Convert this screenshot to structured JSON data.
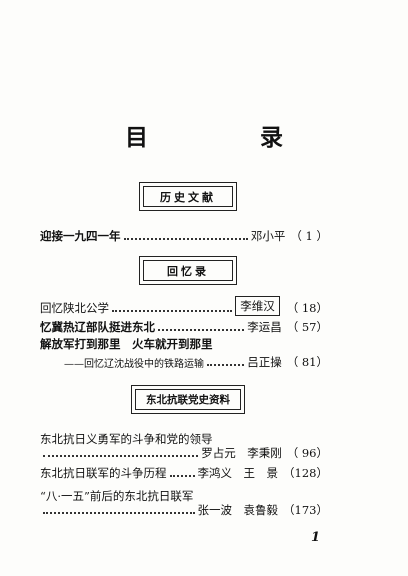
{
  "title": "目 录",
  "sections": {
    "history": "历史文献",
    "memoir": "回忆录",
    "party": "东北抗联党史资料"
  },
  "entries": {
    "e1": {
      "title": "迎接一九四一年",
      "author": "邓小平",
      "page": "（ 1 ）"
    },
    "e2": {
      "title": "回忆陕北公学",
      "author": "李维汉",
      "page": "（ 18）"
    },
    "e3": {
      "title": "忆冀热辽部队挺进东北",
      "author": "李运昌",
      "page": "（ 57）"
    },
    "e4": {
      "title": "解放军打到那里　火车就开到那里",
      "subtitle": "——回忆辽沈战役中的铁路运输",
      "author": "吕正操",
      "page": "（ 81）"
    },
    "e5": {
      "title": "东北抗日义勇军的斗争和党的领导",
      "author": "罗占元　李秉刚",
      "page": "（ 96）"
    },
    "e6": {
      "title": "东北抗日联军的斗争历程",
      "author": "李鸿义　王　景",
      "page": "（128）"
    },
    "e7": {
      "title": "“八·一五”前后的东北抗日联军",
      "author": "张一波　袁鲁毅",
      "page": "（173）"
    }
  },
  "page_number": "1"
}
